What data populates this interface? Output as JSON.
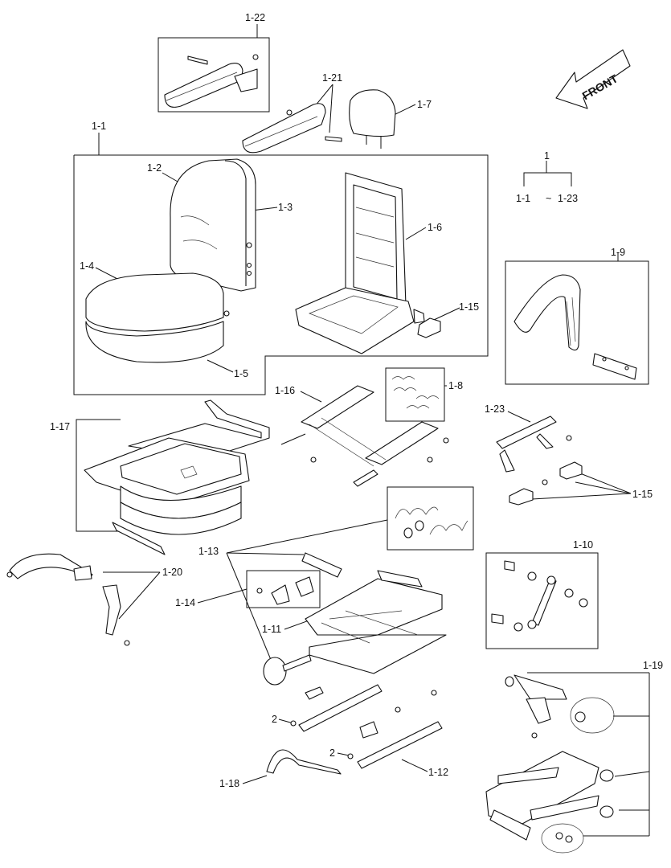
{
  "front_arrow": {
    "text": "FRONT"
  },
  "tree": {
    "root": "1",
    "range_start": "1-1",
    "range_sep": "~",
    "range_end": "1-23"
  },
  "callouts": [
    "1-22",
    "1-21",
    "1-7",
    "1-1",
    "1-2",
    "1-3",
    "1-6",
    "1-4",
    "1-15",
    "1-5",
    "1-9",
    "1-16",
    "1-8",
    "1-17",
    "1-23",
    "1-15",
    "1-13",
    "1-10",
    "1-20",
    "1-14",
    "1-11",
    "1-19",
    "2",
    "2",
    "1-12",
    "1-18"
  ]
}
